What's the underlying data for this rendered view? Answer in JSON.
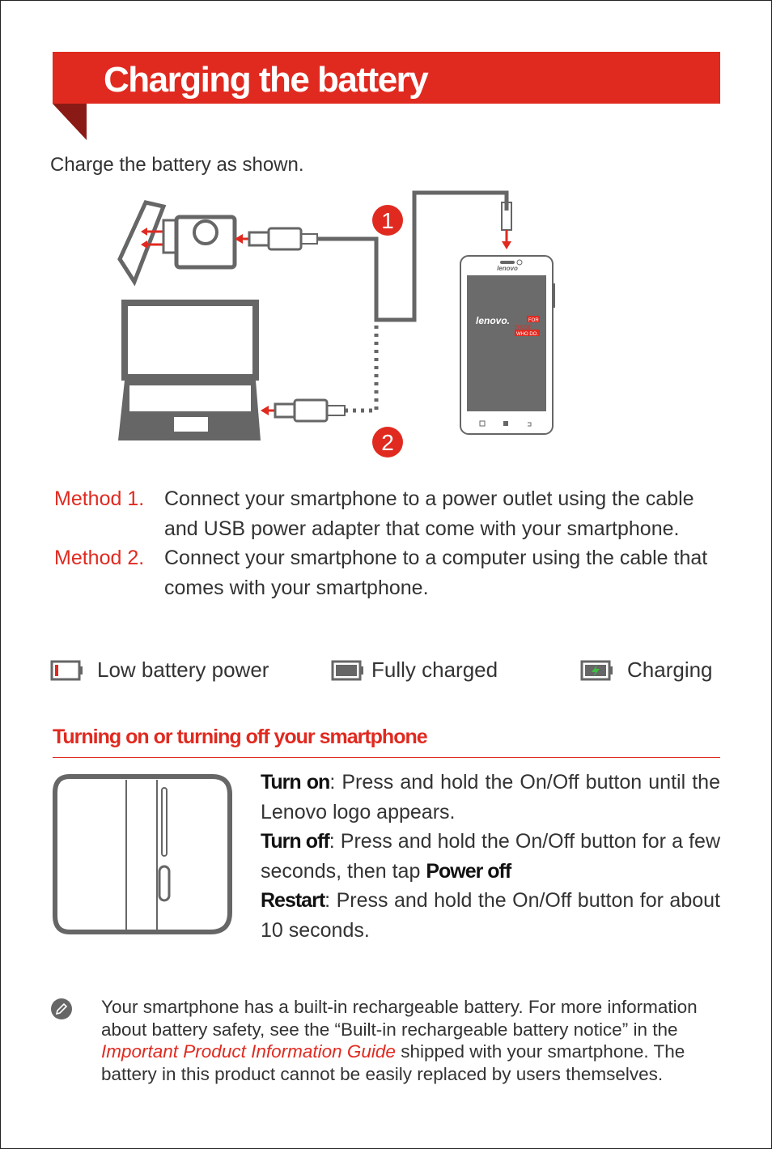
{
  "header": {
    "title": "Charging the battery"
  },
  "intro": "Charge the battery as shown.",
  "figure": {
    "step1": "1",
    "step2": "2",
    "phone_brand": "lenovo.",
    "phone_brand_top": "lenovo",
    "tagline_1": "FOR",
    "tagline_2": "THOSE",
    "tagline_3": "WHO DO."
  },
  "methods": [
    {
      "label": "Method 1.",
      "text": "Connect your smartphone to a power outlet using the cable and USB power adapter that come with your smartphone."
    },
    {
      "label": "Method 2.",
      "text": "Connect your smartphone to a computer using the cable that comes with your smartphone."
    }
  ],
  "battery_states": {
    "low": "Low battery power",
    "full": "Fully charged",
    "charging": "Charging"
  },
  "power": {
    "section_title": "Turning on or turning off your smartphone",
    "turn_on_label": "Turn on",
    "turn_on_text": ": Press and hold the On/Off button until the Lenovo logo appears.",
    "turn_off_label": "Turn off",
    "turn_off_text": ": Press and hold the On/Off button for a few seconds, then tap ",
    "power_off_label": "Power off",
    "restart_label": "Restart",
    "restart_text": ": Press and hold the On/Off button for about 10 seconds."
  },
  "note": {
    "text_1": "Your smartphone has a built-in rechargeable battery. For more information about battery safety, see the “Built-in rechargeable battery notice” in the ",
    "guide": "Important Product Information Guide",
    "text_2": " shipped with your smartphone. The battery in this product cannot be easily replaced by users themselves."
  },
  "colors": {
    "accent": "#e02a20",
    "accent_dark": "#8a1a15",
    "gray": "#666666",
    "screen": "#6b6b6b"
  }
}
